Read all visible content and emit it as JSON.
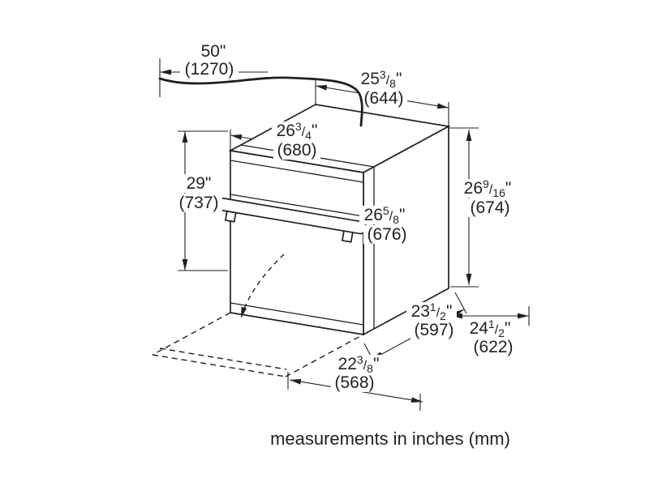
{
  "caption": "measurements in inches (mm)",
  "glyphs": {
    "frac_slash": "/"
  },
  "colors": {
    "line": "#231f20",
    "text": "#231f20",
    "background": "#ffffff"
  },
  "dims": {
    "cord": {
      "main": "50\"",
      "mm": "(1270)"
    },
    "top_width": {
      "whole": "25",
      "num": "3",
      "den": "8",
      "unit": "\"",
      "mm": "(644)"
    },
    "front_width": {
      "whole": "26",
      "num": "3",
      "den": "4",
      "unit": "\"",
      "mm": "(680)"
    },
    "height_overall": {
      "main": "29\"",
      "mm": "(737)"
    },
    "height_side": {
      "whole": "26",
      "num": "9",
      "den": "16",
      "unit": "\"",
      "mm": "(674)"
    },
    "width_handle": {
      "whole": "26",
      "num": "5",
      "den": "8",
      "unit": "\"",
      "mm": "(676)"
    },
    "depth_body": {
      "whole": "23",
      "num": "1",
      "den": "2",
      "unit": "\"",
      "mm": "(597)"
    },
    "depth_overall": {
      "whole": "24",
      "num": "1",
      "den": "2",
      "unit": "\"",
      "mm": "(622)"
    },
    "door_width": {
      "whole": "22",
      "num": "3",
      "den": "8",
      "unit": "\"",
      "mm": "(568)"
    }
  }
}
